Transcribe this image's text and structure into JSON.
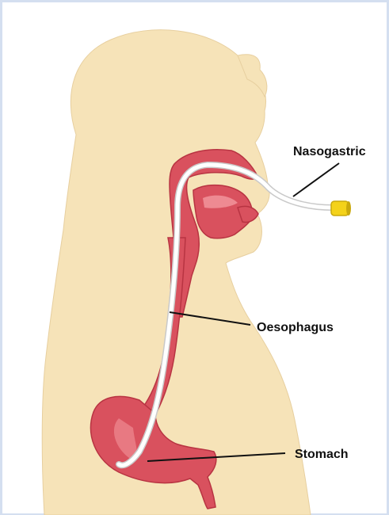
{
  "labels": {
    "nasogastric": "Nasogastric",
    "oesophagus": "Oesophagus",
    "stomach": "Stomach"
  },
  "colors": {
    "skin": "#f6e3b8",
    "skin_outline": "#e7cf9f",
    "tissue": "#d9515e",
    "tissue_dark": "#b83442",
    "tissue_light": "#ee8a92",
    "tube": "#ffffff",
    "tube_outline": "#c9c9c9",
    "connector": "#f4d21a",
    "connector_dark": "#caa90d",
    "frame": "#d4dff0"
  }
}
